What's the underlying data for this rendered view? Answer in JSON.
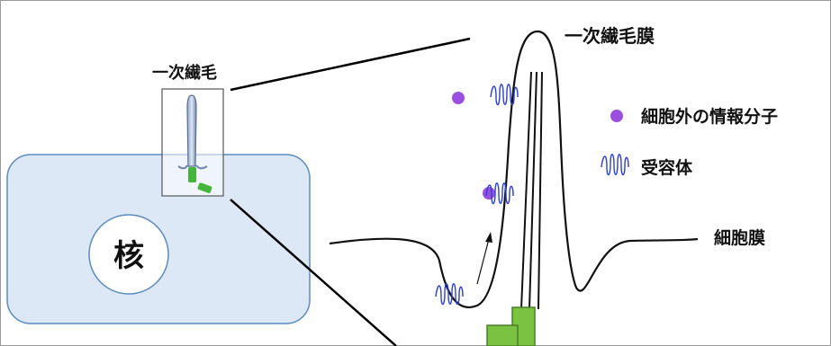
{
  "labels": {
    "cilium": "一次繊毛",
    "cilium_membrane": "一次繊毛膜",
    "nucleus": "核",
    "cell_membrane": "細胞膜",
    "legend_ligand": "細胞外の情報分子",
    "legend_receptor": "受容体"
  },
  "colors": {
    "cell_fill": "#dce8f6",
    "cell_stroke": "#5b8bbf",
    "ligand": "#9b4fe0",
    "receptor": "#2b3fd4",
    "basal_body": "#7cc242",
    "outline": "#111111"
  }
}
